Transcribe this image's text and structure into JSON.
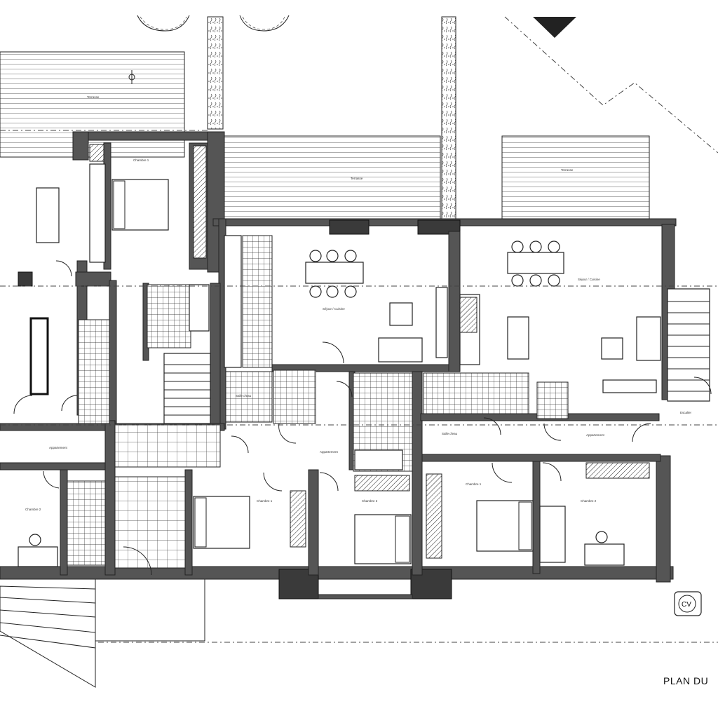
{
  "sheet": {
    "title": "PLAN DU",
    "north_badge": "CV"
  },
  "room_labels": [
    {
      "id": "chambre1-top",
      "text": "Chambre 1"
    },
    {
      "id": "sejour-left",
      "text": "Séjour / Cuisine"
    },
    {
      "id": "sejour-right",
      "text": "Séjour / Cuisine"
    },
    {
      "id": "appartement-left",
      "text": "Appartement"
    },
    {
      "id": "appartement-mid",
      "text": "Appartement"
    },
    {
      "id": "appartement-right",
      "text": "Appartement"
    },
    {
      "id": "chambre2-left",
      "text": "Chambre 2"
    },
    {
      "id": "chambre1-mid",
      "text": "Chambre 1"
    },
    {
      "id": "chambre2-mid",
      "text": "Chambre 2"
    },
    {
      "id": "chambre1-right",
      "text": "Chambre 1"
    },
    {
      "id": "chambre2-right",
      "text": "Chambre 2"
    },
    {
      "id": "terrasse-1",
      "text": "Terrasse"
    },
    {
      "id": "terrasse-2",
      "text": "Terrasse"
    },
    {
      "id": "terrasse-3",
      "text": "Terrasse"
    },
    {
      "id": "sdb-1",
      "text": "Salle d'eau"
    },
    {
      "id": "sdb-2",
      "text": "Salle d'eau"
    },
    {
      "id": "escalier",
      "text": "Escalier"
    }
  ]
}
